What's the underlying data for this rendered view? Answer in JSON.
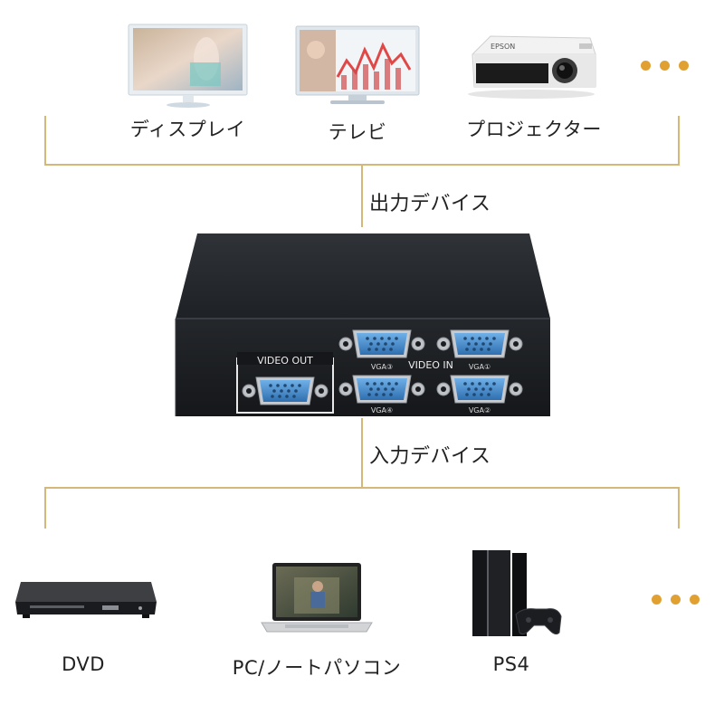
{
  "output_devices": [
    {
      "label": "ディスプレイ",
      "icon": "monitor-icon"
    },
    {
      "label": "テレビ",
      "icon": "television-icon"
    },
    {
      "label": "プロジェクター",
      "icon": "projector-icon"
    }
  ],
  "output_section_label": "出力デバイス",
  "input_section_label": "入力デバイス",
  "input_devices": [
    {
      "label": "DVD",
      "icon": "dvd-player-icon"
    },
    {
      "label": "PC/ノートパソコン",
      "icon": "laptop-icon"
    },
    {
      "label": "PS4",
      "icon": "ps4-console-icon"
    }
  ],
  "switch": {
    "video_out_label": "VIDEO OUT",
    "video_in_label": "VIDEO IN",
    "ports": {
      "vga1": "VGA①",
      "vga2": "VGA②",
      "vga3": "VGA③",
      "vga4": "VGA④"
    },
    "projector_brand": "EPSON"
  },
  "colors": {
    "accent": "#e0a132",
    "bracket": "#d4b779",
    "port_blue": "#4a8fd0",
    "case": "#1f2227"
  }
}
